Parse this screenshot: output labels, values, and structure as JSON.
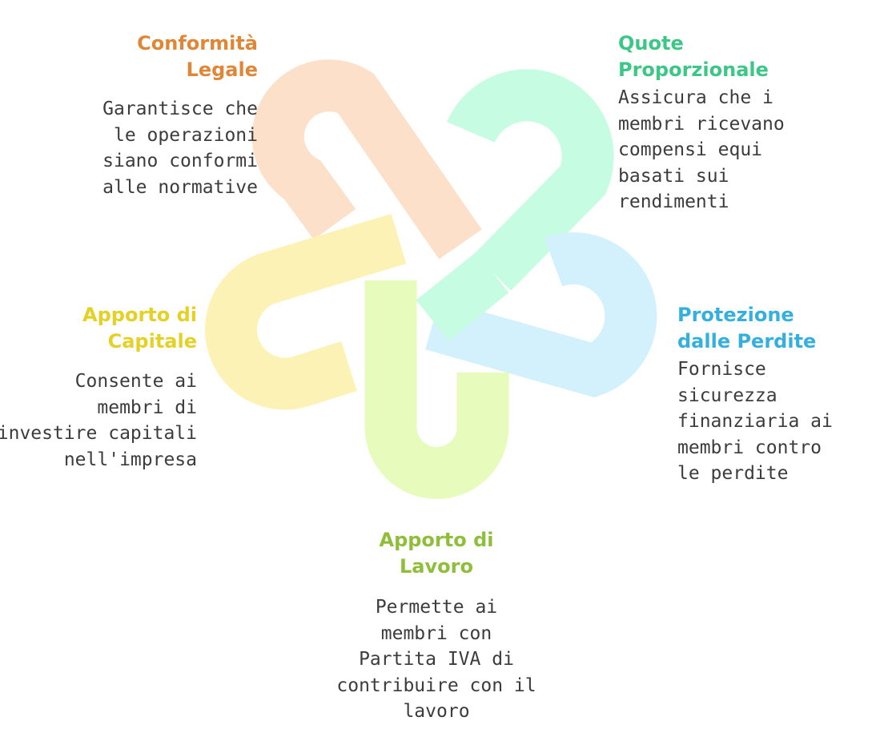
{
  "colors": {
    "orange": "#df8737",
    "green": "#3cc787",
    "blue": "#35b0de",
    "yellow": "#e5d025",
    "lime": "#8fbf3a",
    "orange_fill": "#fde0c9",
    "green_fill": "#c6fde2",
    "blue_fill": "#d3f1fc",
    "yellow_fill": "#fdf2b5",
    "lime_fill": "#e7fbbd"
  },
  "items": {
    "legale": {
      "title": "Conformità\nLegale",
      "desc": "Garantisce che\nle operazioni\nsiano conformi\nalle normative"
    },
    "quote": {
      "title": "Quote\nProporzionale",
      "desc": "Assicura che i\nmembri ricevano\ncompensi equi\nbasati sui\nrendimenti"
    },
    "capitale": {
      "title": "Apporto di\nCapitale",
      "desc": "Consente ai\nmembri di\ninvestire capitali\nnell'impresa"
    },
    "perdite": {
      "title": "Protezione\ndalle Perdite",
      "desc": "Fornisce\nsicurezza\nfinanziaria ai\nmembri contro\nle perdite"
    },
    "lavoro": {
      "title": "Apporto di\nLavoro",
      "desc": "Permette ai\nmembri con\nPartita IVA di\ncontribuire con il\nlavoro"
    }
  }
}
